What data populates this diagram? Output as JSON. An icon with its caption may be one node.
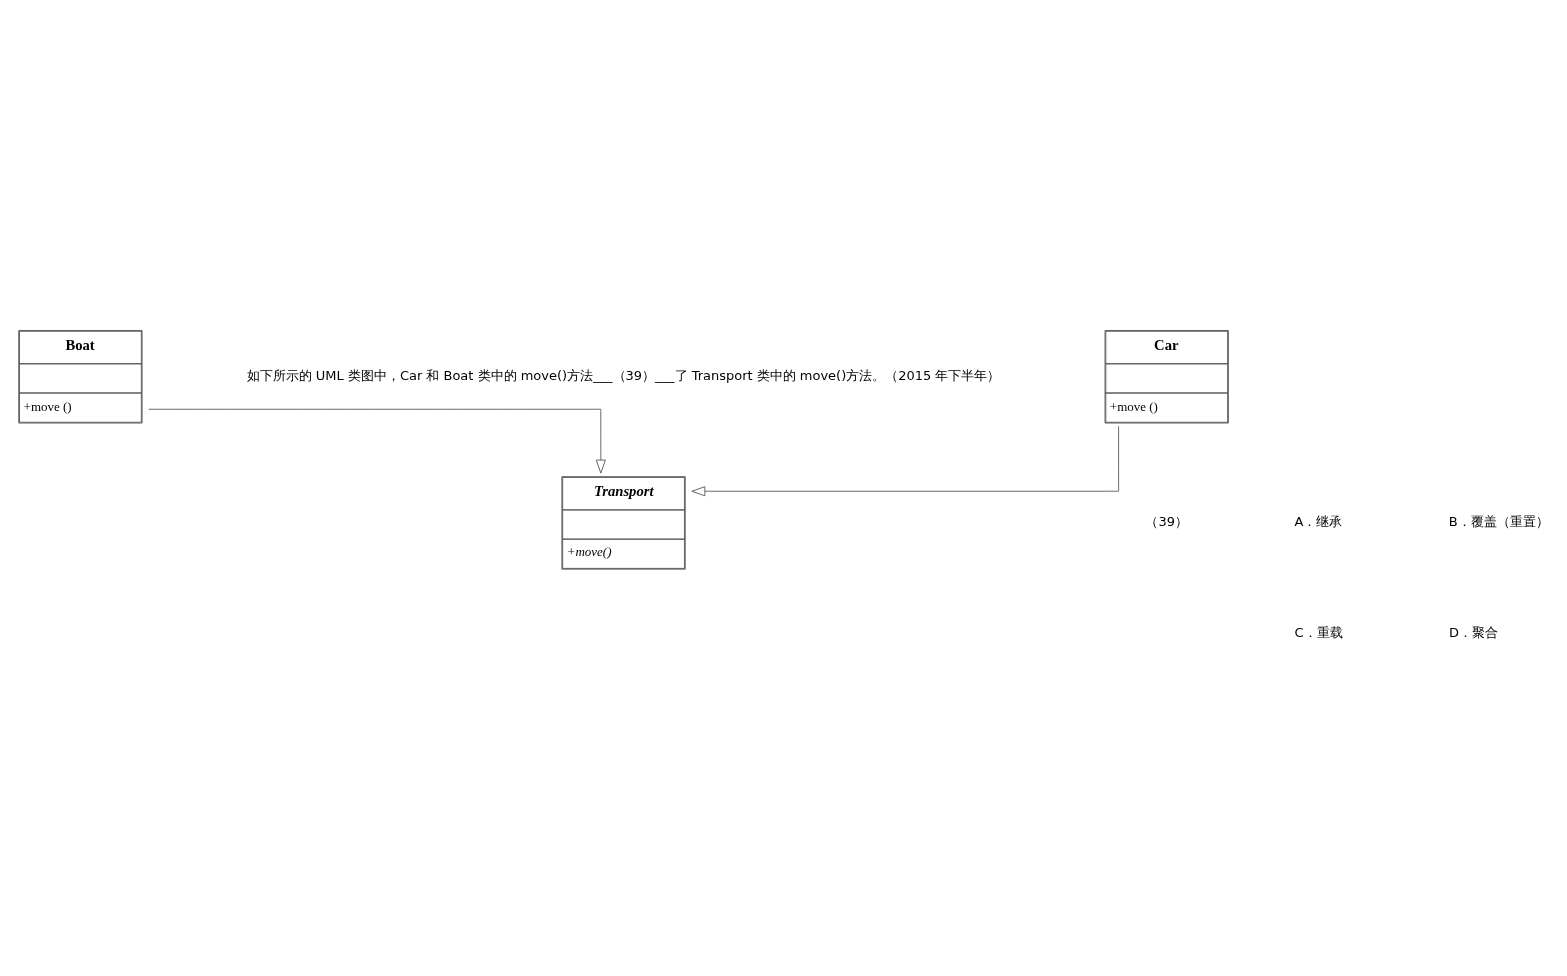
{
  "diagram": {
    "nodes": [
      {
        "text": [
          "Transport",
          "+move()"
        ]
      },
      {
        "text": [
          "Car",
          "+move ()"
        ]
      },
      {
        "text": [
          "Boat",
          "+move ()"
        ]
      }
    ],
    "edges": [
      {
        "from": 1,
        "to": 0,
        "arrow": "to"
      },
      {
        "from": 2,
        "to": 0,
        "arrow": "to"
      }
    ],
    "labels": [
      "如下所示的 UML 类图中，Car 和 Boat 类中的 move()方法___（39）___了 Transport 类中的 move()方法。（2015 年下半年）",
      "（39）",
      "A．继承",
      "B．覆盖（重置）",
      "C．重载",
      "D．聚合"
    ]
  }
}
